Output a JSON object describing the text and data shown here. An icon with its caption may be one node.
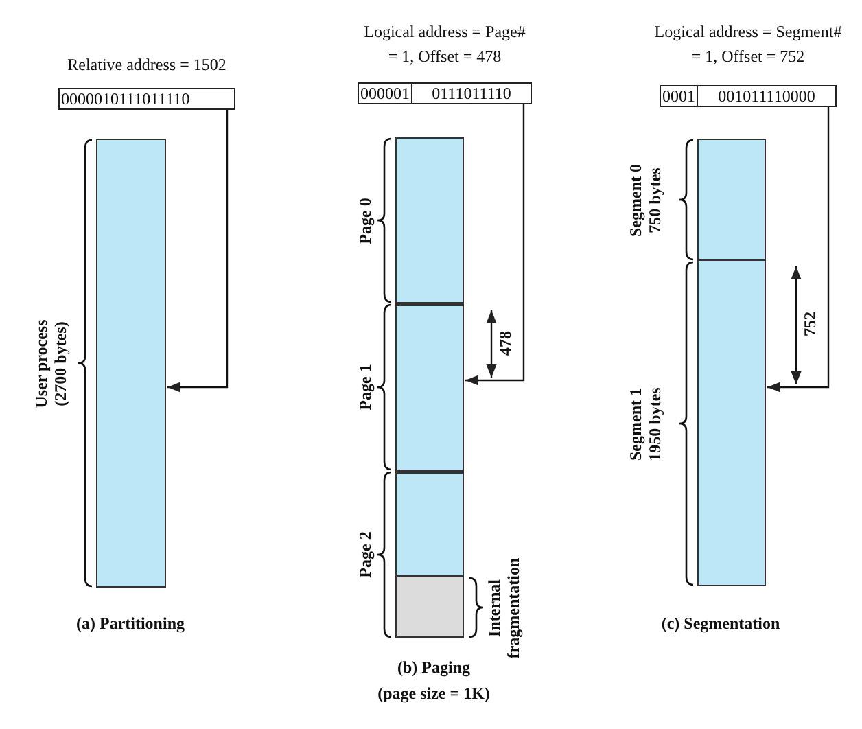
{
  "diagram": {
    "nodes": [
      {
        "text": [
          "0000010111011110"
        ],
        "beside": [
          "Relative address = 1502"
        ]
      },
      {
        "text": [],
        "shape": "box",
        "beside": [
          "User process (2700 bytes)"
        ]
      },
      {
        "text": [
          "000001",
          "0111011110"
        ],
        "beside": [
          "Logical address = Page# = 1, Offset = 478"
        ]
      },
      {
        "text": [],
        "shape": "box",
        "beside": [
          "Page 0"
        ]
      },
      {
        "text": [],
        "shape": "box",
        "beside": [
          "Page 1"
        ]
      },
      {
        "text": [],
        "shape": "box",
        "beside": [
          "Page 2"
        ]
      },
      {
        "text": [],
        "shape": "box",
        "beside": [
          "Internal fragmentation"
        ]
      },
      {
        "text": [
          "0001",
          "001011110000"
        ],
        "beside": [
          "Logical address = Segment# = 1, Offset = 752"
        ]
      },
      {
        "text": [],
        "shape": "box",
        "beside": [
          "Segment 0 750 bytes"
        ]
      },
      {
        "text": [],
        "shape": "box",
        "beside": [
          "Segment 1 1950 bytes"
        ]
      }
    ],
    "edges": [
      {
        "from": 0,
        "to": 1,
        "arrow": "to"
      },
      {
        "from": 2,
        "to": 4,
        "arrow": "to"
      },
      {
        "from": 7,
        "to": 9,
        "arrow": "to"
      }
    ],
    "labels": [
      "(a) Partitioning",
      "(b) Paging",
      "(page size = 1K)",
      "(c) Segmentation",
      "478",
      "752"
    ]
  }
}
